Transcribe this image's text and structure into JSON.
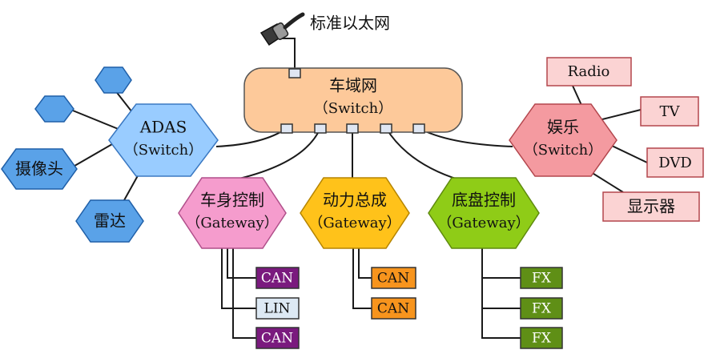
{
  "ethernet": {
    "label": "标准以太网"
  },
  "domain": {
    "title": "车域网",
    "subtitle": "（Switch）"
  },
  "adas": {
    "title": "ADAS",
    "subtitle": "（Switch）",
    "camera": "摄像头",
    "radar": "雷达"
  },
  "entertainment": {
    "title": "娱乐",
    "subtitle": "（Switch）",
    "devices": [
      "Radio",
      "TV",
      "DVD",
      "显示器"
    ]
  },
  "gateways": [
    {
      "title": "车身控制",
      "subtitle": "（Gateway）",
      "buses": [
        "CAN",
        "LIN",
        "CAN"
      ]
    },
    {
      "title": "动力总成",
      "subtitle": "（Gateway）",
      "buses": [
        "CAN",
        "CAN"
      ]
    },
    {
      "title": "底盘控制",
      "subtitle": "（Gateway）",
      "buses": [
        "FX",
        "FX",
        "FX"
      ]
    }
  ],
  "colors": {
    "domain": "#fdc99a",
    "adas": "#99ccff",
    "adas_small": "#5aa2e8",
    "entertainment": "#f49aa0",
    "entertainment_box": "#fbd3d3",
    "body": "#f59ccd",
    "power": "#ffc21a",
    "chassis": "#8fcc17",
    "can_purple": "#7a1a7e",
    "lin": "#dde9f4",
    "can_orange": "#f7941d",
    "fx_green": "#5f8f16"
  }
}
